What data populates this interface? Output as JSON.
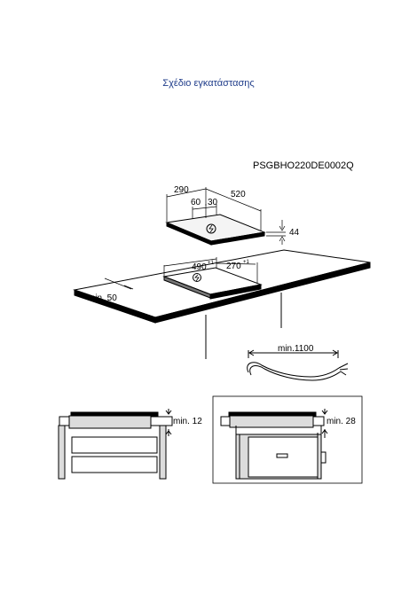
{
  "page": {
    "heading": "Σχέδιο εγκατάστασης",
    "code": "PSGBHO220DE0002Q"
  },
  "diagram": {
    "dim_290": "290",
    "dim_520": "520",
    "dim_60": "60",
    "dim_30": "30",
    "dim_44": "44",
    "dim_490": "490",
    "dim_490_sup": "+1",
    "dim_270": "270",
    "dim_270_sup": "+1",
    "dim_min50": "min. 50",
    "dim_min1100": "min.1100",
    "dim_min12": "min. 12",
    "dim_min28": "min. 28"
  },
  "colors": {
    "heading": "#1f3c8a",
    "line": "#000000",
    "panel": "#dcdcdc"
  }
}
